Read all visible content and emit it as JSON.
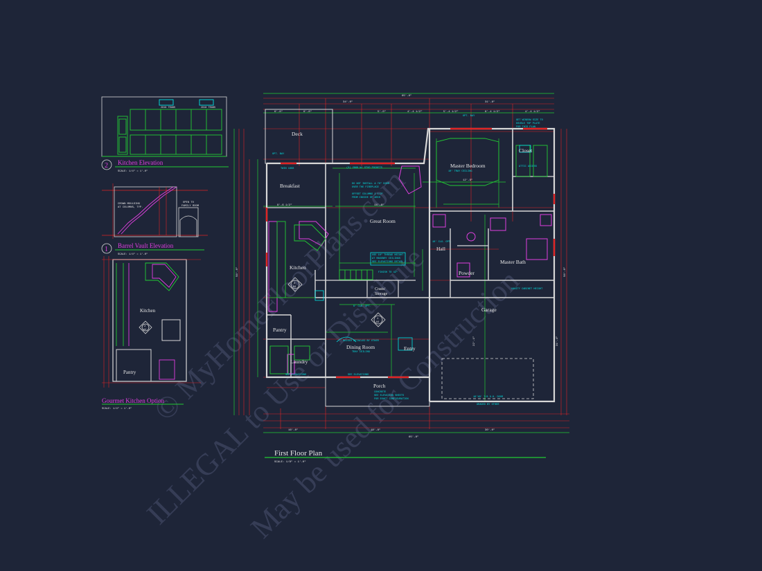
{
  "colors": {
    "background": "#1e2538",
    "wall": "#d8d8d8",
    "dimension_red": "#e02424",
    "dimension_green": "#22cc33",
    "note_cyan": "#00e5e5",
    "magenta": "#e040e0",
    "watermark": "#4a5170"
  },
  "main_plan": {
    "title": "First Floor Plan",
    "scale": "SCALE: 1/8\" = 1'-0\"",
    "rooms": {
      "deck": "Deck",
      "breakfast": "Breakfast",
      "great_room": "Great Room",
      "master_bedroom": "Master Bedroom",
      "closet": "Closet",
      "kitchen": "Kitchen",
      "hall": "Hall",
      "powder": "Powder",
      "master_bath": "Master Bath",
      "coats": "Coats/",
      "storage": "Storage",
      "garage": "Garage",
      "pantry": "Pantry",
      "laundry": "Laundry",
      "dining_room": "Dining Room",
      "entry": "Entry",
      "porch": "Porch"
    },
    "notes": {
      "opt_bay_top": "OPT. BAY",
      "opt_bay_left": "OPT. BAY",
      "twin_1868": "TWIN 1868",
      "sliding_door": "(3) 2868 W/ STUD POCKETS",
      "fireplace_note_1": "DO NOT INSTALL A 70\" DOOR",
      "fireplace_note_2": "OVER THE FIREPLACE",
      "column_note_1": "OFFSET COLUMNS 2 1/2\"",
      "column_note_2": "FROM INSIDE OF ARCH",
      "tray_ceiling": "10' TRAY CEILING",
      "window_note_1": "GET WINDOW SIZE TO",
      "window_note_2": "DOUBLE TOP PLATE",
      "window_note_3": "FOR THIS PLAN",
      "attic_access": "ATTIC ACCESS",
      "ceiling_note_1": "USE 10\" THREAD HEIGHT",
      "ceiling_note_2": "AT MASONRY CEILINGS",
      "ceiling_note_3": "SEE ELEVATIONS DETAIL",
      "header_note": "10' CLG. OPT.",
      "clg_note": "8' CLG. OPT.",
      "raised_note": "RAISED DETAILED BY OTHER",
      "dining_note": "TRAY CEILING",
      "see_elev_1": "SEE ELEVATIONS",
      "see_elev_2": "SEE ELEVATIONS",
      "porch_note_1": "CONCRETE",
      "porch_note_2": "SEE ELEVATION SHEETS",
      "porch_note_3": "FOR EXACT CONFIGURATION",
      "garage_door": "16'X8' 7/8 O.H. DOOR",
      "graded_note": "GRADED BY OTHER",
      "finish_note": "FINISH TO 42\"",
      "vanity_note": "VANITY CABINET HEIGHT"
    },
    "dimensions": {
      "overall_top": "65'-8\"",
      "overall_bottom": "65'-8\"",
      "left_total": "56'-0\"",
      "right_total": "56'-0\"",
      "top_left": "34'-0\"",
      "top_right": "31'-8\"",
      "bottom_left": "16'-0\"",
      "bottom_mid": "18'-8\"",
      "bottom_right": "30'-0\"",
      "d1": "6'-8\"",
      "d2": "6'-8\"",
      "d3": "5'-0\"",
      "d4": "4'-4 1/2\"",
      "d5": "5'-4 1/2\"",
      "d6": "6'-4 1/2\"",
      "d7": "4'-4 1/2\"",
      "d8": "12'-9\"",
      "d9": "14'-8\"",
      "d10": "8'-6 1/2\"",
      "d11": "22'-1\"",
      "d12": "31'-4\""
    },
    "markers": [
      {
        "num": "2",
        "sheet": "A4"
      },
      {
        "num": "1",
        "sheet": "A4"
      }
    ]
  },
  "kitchen_elevation": {
    "num": "2",
    "title": "Kitchen Elevation",
    "scale": "SCALE: 1/4\" = 1'-0\""
  },
  "barrel_vault": {
    "num": "1",
    "title": "Barrel Vault Elevation",
    "scale": "SCALE: 1/4\" = 1'-0\"",
    "note_1": "CROWN MOULDING",
    "note_2": "AT COLUMNS, TYP.",
    "note_3": "OPEN TO",
    "note_4": "FAMILY ROOM"
  },
  "gourmet_kitchen": {
    "title": "Gourmet Kitchen Option",
    "scale": "SCALE: 1/4\" = 1'-0\"",
    "kitchen": "Kitchen",
    "pantry": "Pantry",
    "marker": {
      "num": "2",
      "sheet": "A4"
    }
  },
  "watermark": {
    "line1": "© MyHomeFloorPlans.com",
    "line2": "ILLEGAL to Use or Distribute",
    "line3": "May be used for Construction"
  }
}
